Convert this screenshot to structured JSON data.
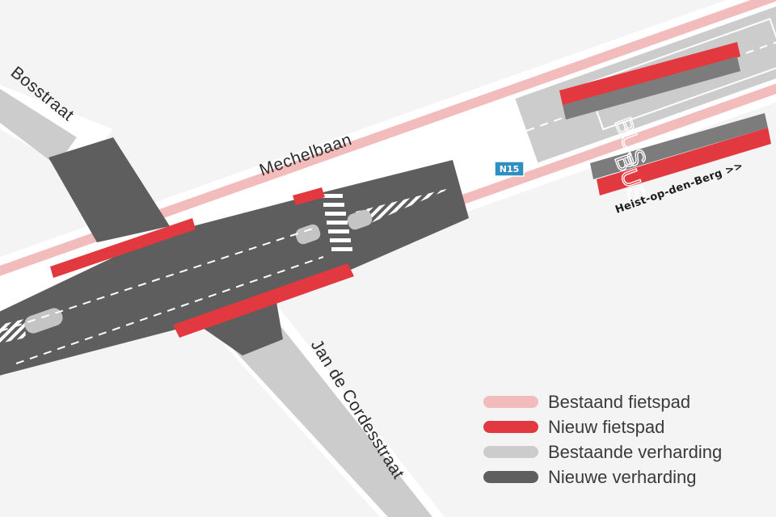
{
  "streets": {
    "bosstraat": "Bosstraat",
    "mechelbaan": "Mechelbaan",
    "jan_de_cordesstraat": "Jan de Cordesstraat"
  },
  "destination": "Heist-op-den-Berg >>",
  "road_number": "N15",
  "bus_lane_text": "BUS",
  "colors": {
    "background": "#f4f4f4",
    "existing_cycle_path": "#f3bcbc",
    "new_cycle_path": "#e2383f",
    "existing_pavement": "#cccccc",
    "new_pavement": "#5e5e5e",
    "road_badge": "#2f8fc0"
  },
  "legend": [
    {
      "label": "Bestaand fietspad",
      "color_key": "existing_cycle_path"
    },
    {
      "label": "Nieuw fietspad",
      "color_key": "new_cycle_path"
    },
    {
      "label": "Bestaande verharding",
      "color_key": "existing_pavement"
    },
    {
      "label": "Nieuwe verharding",
      "color_key": "new_pavement"
    }
  ]
}
